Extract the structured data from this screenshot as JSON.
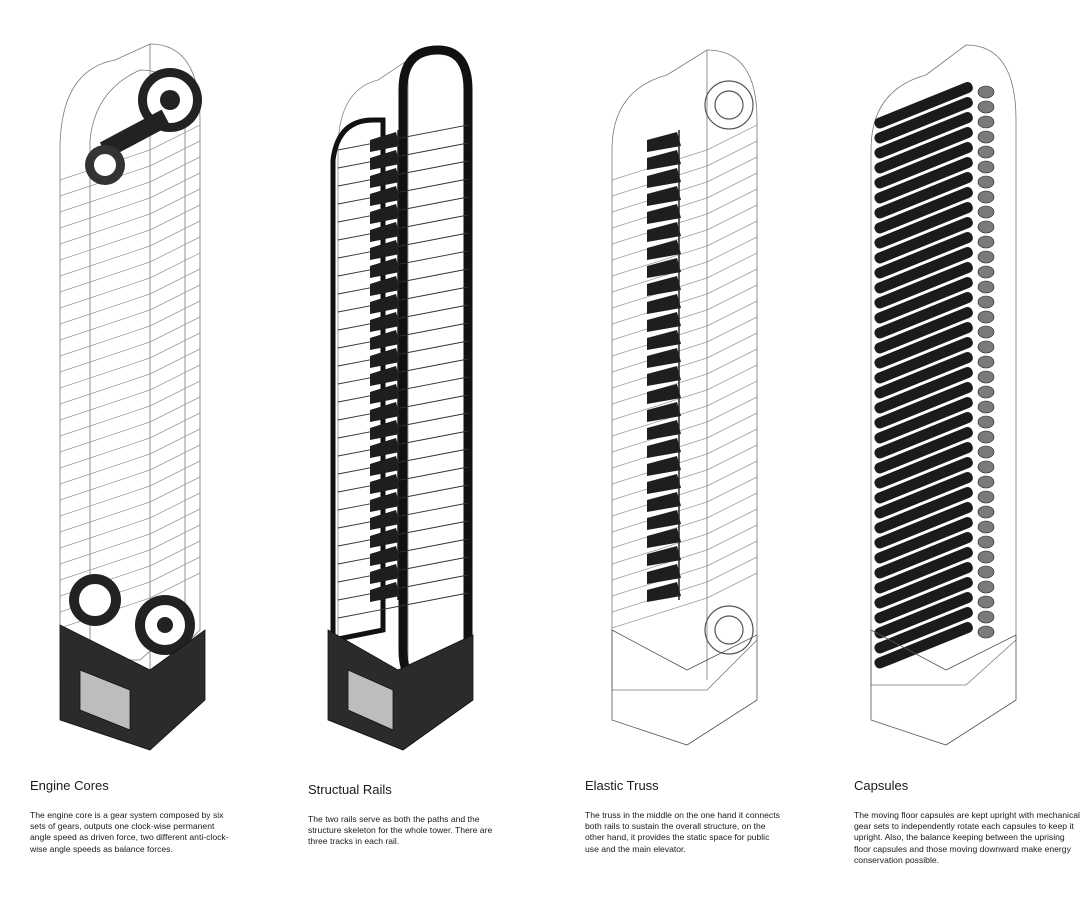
{
  "panels": [
    {
      "id": "engine-cores",
      "title": "Engine Cores",
      "description": "The engine core is a gear system composed by six sets of gears, outputs one clock-wise permanent angle speed as driven force, two different anti-clock-wise angle speeds as balance forces."
    },
    {
      "id": "structual-rails",
      "title": "Structual Rails",
      "description": "The two rails serve as both the paths and the structure skeleton for the whole tower. There are three tracks in each rail."
    },
    {
      "id": "elastic-truss",
      "title": "Elastic Truss",
      "description": "The truss in the middle on the one hand it connects both rails to sustain the overall structure, on the other hand, it provides the static space for public use and the main elevator."
    },
    {
      "id": "capsules",
      "title": "Capsules",
      "description": "The moving floor capsules are kept upright with mechanical gear sets to independently rotate each capsules to keep it upright. Also, the balance keeping between the uprising floor capsules and those moving downward make energy conservation possible."
    }
  ]
}
